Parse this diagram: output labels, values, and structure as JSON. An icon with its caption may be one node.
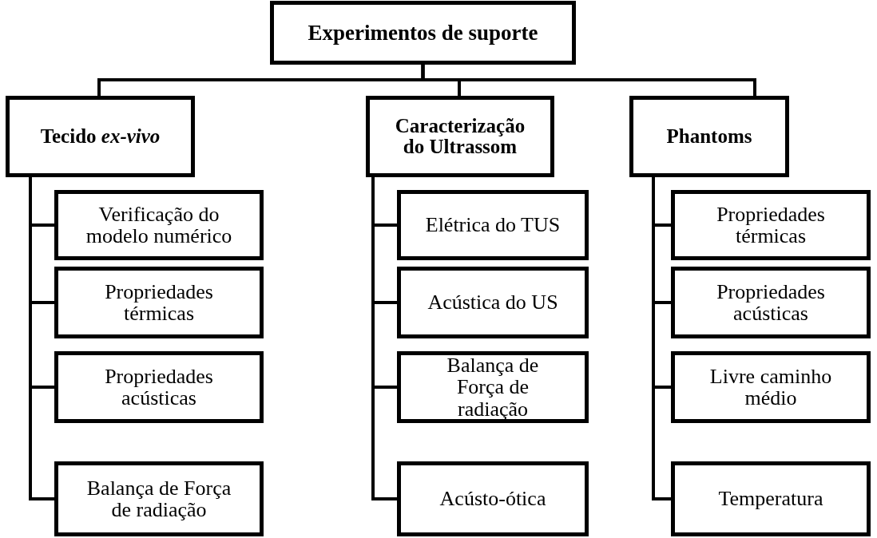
{
  "diagram": {
    "nodes": [
      {
        "text": [
          "Experimentos de suporte"
        ]
      },
      {
        "text": [
          "Tecido *ex-vivo*"
        ]
      },
      {
        "text": [
          "Verificação do modelo numérico"
        ]
      },
      {
        "text": [
          "Propriedades térmicas"
        ]
      },
      {
        "text": [
          "Propriedades acústicas"
        ]
      },
      {
        "text": [
          "Balança de Força de radiação"
        ]
      },
      {
        "text": [
          "Caracterização do Ultrassom"
        ]
      },
      {
        "text": [
          "Elétrica do TUS"
        ]
      },
      {
        "text": [
          "Acústica do US"
        ]
      },
      {
        "text": [
          "Balança de Força de radiação"
        ]
      },
      {
        "text": [
          "Acústo-ótica"
        ]
      },
      {
        "text": [
          "Phantoms"
        ]
      },
      {
        "text": [
          "Propriedades térmicas"
        ]
      },
      {
        "text": [
          "Propriedades acústicas"
        ]
      },
      {
        "text": [
          "Livre caminho médio"
        ]
      },
      {
        "text": [
          "Temperatura"
        ]
      }
    ],
    "edges": [
      {
        "from": 0,
        "to": 1,
        "arrow": "none"
      },
      {
        "from": 0,
        "to": 6,
        "arrow": "none"
      },
      {
        "from": 0,
        "to": 11,
        "arrow": "none"
      },
      {
        "from": 1,
        "to": 2,
        "arrow": "none"
      },
      {
        "from": 1,
        "to": 3,
        "arrow": "none"
      },
      {
        "from": 1,
        "to": 4,
        "arrow": "none"
      },
      {
        "from": 1,
        "to": 5,
        "arrow": "none"
      },
      {
        "from": 6,
        "to": 7,
        "arrow": "none"
      },
      {
        "from": 6,
        "to": 8,
        "arrow": "none"
      },
      {
        "from": 6,
        "to": 9,
        "arrow": "none"
      },
      {
        "from": 6,
        "to": 10,
        "arrow": "none"
      },
      {
        "from": 11,
        "to": 12,
        "arrow": "none"
      },
      {
        "from": 11,
        "to": 13,
        "arrow": "none"
      },
      {
        "from": 11,
        "to": 14,
        "arrow": "none"
      },
      {
        "from": 11,
        "to": 15,
        "arrow": "none"
      }
    ]
  }
}
